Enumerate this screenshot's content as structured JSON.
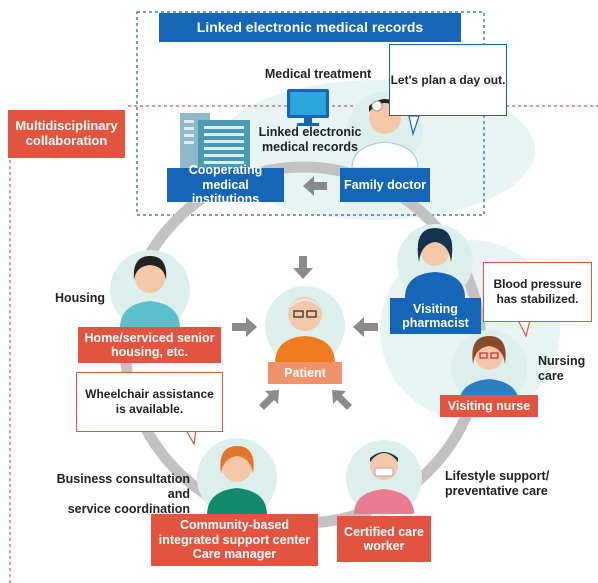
{
  "header": {
    "title": "Linked electronic medical records"
  },
  "multidisciplinary": "Multidisciplinary\ncollaboration",
  "emr_panel": {
    "medical_treatment": "Medical treatment",
    "linked_records": "Linked electronic\nmedical records",
    "cooperating": "Cooperating medical\ninstitutions",
    "family_doctor": "Family doctor",
    "doctor_bubble": "Let's plan a day out."
  },
  "center": {
    "patient": "Patient"
  },
  "nodes": {
    "housing_label": "Housing",
    "housing_box": "Home/serviced senior\nhousing, etc.",
    "pharmacist": "Visiting\npharmacist",
    "nursing_label": "Nursing\ncare",
    "nurse_box": "Visiting nurse",
    "nurse_bubble": "Blood pressure\nhas stabilized.",
    "wheelchair_bubble": "Wheelchair assistance\nis available.",
    "business_label": "Business consultation and\nservice coordination",
    "community_box": "Community-based\nintegrated support center\nCare manager",
    "lifestyle_label": "Lifestyle support/\npreventative care",
    "care_worker_box": "Certified care\nworker"
  },
  "colors": {
    "blue": "#1565b8",
    "red": "#e2543f",
    "ring": "#bdbdbd",
    "circle_bg": "#dcefed",
    "arrow": "#8a8a8a"
  }
}
